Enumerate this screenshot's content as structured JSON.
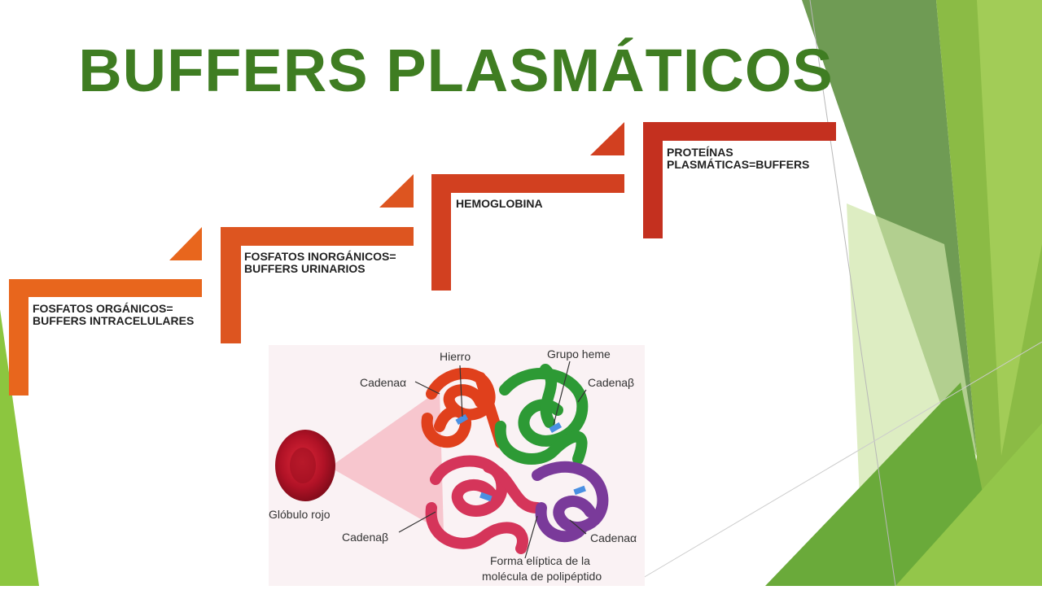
{
  "title": "BUFFERS PLASMÁTICOS",
  "steps": [
    {
      "label": "FOSFATOS ORGÁNICOS= BUFFERS INTRACELULARES",
      "color": "#e8661d"
    },
    {
      "label": "FOSFATOS INORGÁNICOS= BUFFERS URINARIOS",
      "color": "#dd5520"
    },
    {
      "label": "HEMOGLOBINA",
      "color": "#d24020"
    },
    {
      "label": "PROTEÍNAS PLASMÁTICAS=BUFFERS",
      "color": "#c4301f"
    }
  ],
  "figure": {
    "labels": {
      "hierro": "Hierro",
      "grupo_heme": "Grupo heme",
      "cadena_alpha_top": "Cadenaα",
      "cadena_beta_top": "Cadenaβ",
      "globulo": "Glóbulo rojo",
      "cadena_beta_bottom": "Cadenaβ",
      "cadena_alpha_bottom": "Cadenaα",
      "forma_line1": "Forma elíptica de la",
      "forma_line2": "molécula de polipéptido"
    }
  },
  "colors": {
    "title": "#3f7d22",
    "green_dark": "#5f9a3c",
    "green_light": "#8cc63f"
  }
}
